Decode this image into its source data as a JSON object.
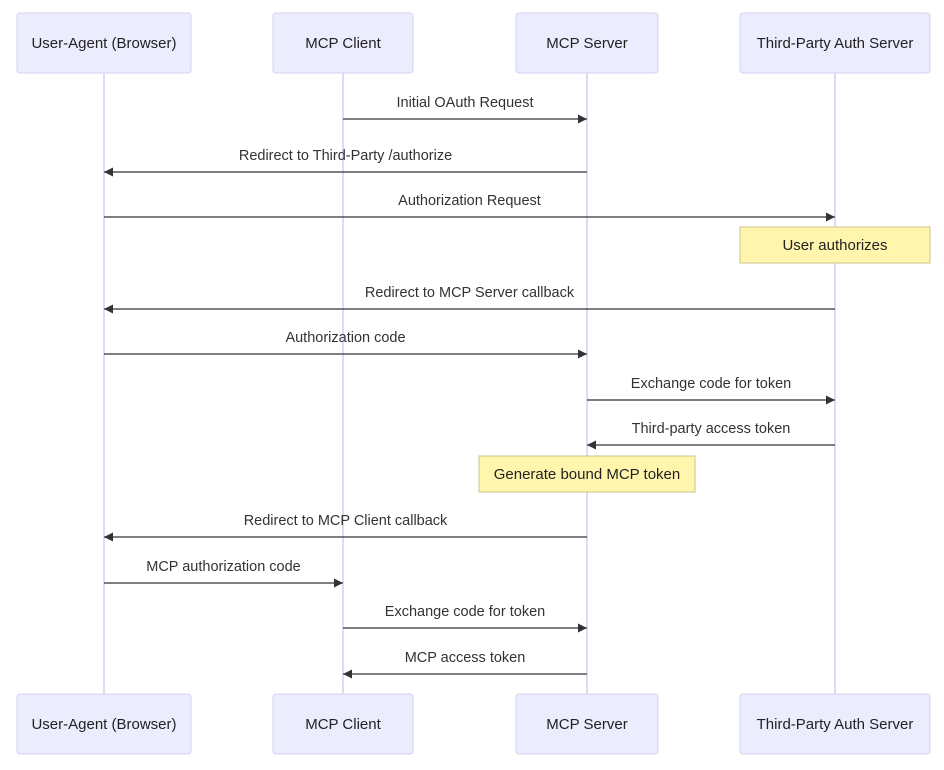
{
  "participants": [
    {
      "id": "ua",
      "label": "User-Agent (Browser)"
    },
    {
      "id": "client",
      "label": "MCP Client"
    },
    {
      "id": "server",
      "label": "MCP Server"
    },
    {
      "id": "auth",
      "label": "Third-Party Auth Server"
    }
  ],
  "steps": [
    {
      "kind": "message",
      "from": "client",
      "to": "server",
      "label": "Initial OAuth Request"
    },
    {
      "kind": "message",
      "from": "server",
      "to": "ua",
      "label": "Redirect to Third-Party /authorize"
    },
    {
      "kind": "message",
      "from": "ua",
      "to": "auth",
      "label": "Authorization Request"
    },
    {
      "kind": "note",
      "over": "auth",
      "label": "User authorizes"
    },
    {
      "kind": "message",
      "from": "auth",
      "to": "ua",
      "label": "Redirect to MCP Server callback"
    },
    {
      "kind": "message",
      "from": "ua",
      "to": "server",
      "label": "Authorization code"
    },
    {
      "kind": "message",
      "from": "server",
      "to": "auth",
      "label": "Exchange code for token"
    },
    {
      "kind": "message",
      "from": "auth",
      "to": "server",
      "label": "Third-party access token"
    },
    {
      "kind": "note",
      "over": "server",
      "label": "Generate bound MCP token"
    },
    {
      "kind": "message",
      "from": "server",
      "to": "ua",
      "label": "Redirect to MCP Client callback"
    },
    {
      "kind": "message",
      "from": "ua",
      "to": "client",
      "label": "MCP authorization code"
    },
    {
      "kind": "message",
      "from": "client",
      "to": "server",
      "label": "Exchange code for token"
    },
    {
      "kind": "message",
      "from": "server",
      "to": "client",
      "label": "MCP access token"
    }
  ],
  "colors": {
    "actor_fill": "#ECECFF",
    "actor_stroke": "#D5D2F2",
    "lifeline": "#D5D2F2",
    "arrow": "#333333",
    "note_fill": "#FFF5AD",
    "note_stroke": "#C9C38A"
  }
}
